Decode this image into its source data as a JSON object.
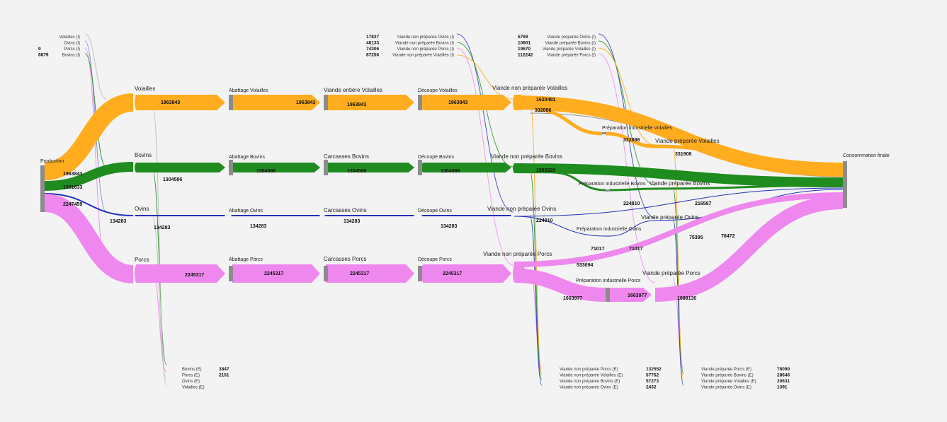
{
  "colors": {
    "volailles": "#ffad1f",
    "bovins": "#1f8c1f",
    "ovins": "#2231b8",
    "porcs": "#ee88ee",
    "node": "#8c8c8c",
    "grey_link": "#999999"
  },
  "chart_data": {
    "type": "sankey",
    "nodes": {
      "production": "Production",
      "consommation": "Consommation finale",
      "volailles": "Volailles",
      "bovins": "Bovins",
      "ovins": "Ovins",
      "porcs": "Porcs",
      "abattage_volailles": "Abattage Volailles",
      "abattage_bovins": "Abattage Bovins",
      "abattage_ovins": "Abattage Ovins",
      "abattage_porcs": "Abattage Porcs",
      "viande_entiere_volailles": "Viande entière Volailles",
      "carcasses_bovins": "Carcasses Bovins",
      "carcasses_ovins": "Carcasses Ovins",
      "carcasses_porcs": "Carcasses Porcs",
      "decoupe_volailles": "Découpe Volailles",
      "decoupe_bovins": "Découpe Bovins",
      "decoupe_ovins": "Découpe Ovins",
      "decoupe_porcs": "Découpe Porcs",
      "vnp_volailles": "Viande non préparée Volailles",
      "vnp_bovins": "Viande non préparée Bovins",
      "vnp_ovins": "Viande non préparée Ovins",
      "vnp_porcs": "Viande non préparée Porcs",
      "pi_volailles": "Préparation industrielle Volailles",
      "pi_bovins": "Préparation industrielle Bovins",
      "pi_ovins": "Préparation industrielle Ovins",
      "pi_porcs": "Préparation industrielle Porcs",
      "vp_volailles": "Viande préparée Volailles",
      "vp_bovins": "Viande préparée Bovins",
      "vp_ovins": "Viande préparée Ovins",
      "vp_porcs": "Viande préparée Porcs"
    },
    "flows": {
      "prod_volailles": "1963843",
      "prod_bovins": "1301633",
      "prod_porcs": "2247459",
      "bovins_out": "1304586",
      "ovins_in": "134283",
      "ovins_out": "134283",
      "porcs_out": "2245317",
      "volailles_chain": "1963843",
      "bovins_chain": "1304586",
      "ovins_chain": "134283",
      "porcs_chain": "2245317",
      "vnp_volailles_cons": "1620481",
      "vnp_volailles_pi": "332886",
      "pi_volailles_vp": "332886",
      "vp_volailles_cons": "331906",
      "vnp_bovins_cons": "1065820",
      "pi_bovins_vp": "224810",
      "vp_bovins_cons": "216587",
      "vnp_ovins_pi": "224810",
      "pi_ovins_a": "71017",
      "pi_ovins_b": "71017",
      "vp_ovins_a": "75395",
      "vp_ovins_b": "78472",
      "vnp_porcs_cons": "533094",
      "vnp_porcs_pi": "1663977",
      "pi_porcs_vp": "1663977",
      "vp_porcs_cons": "1688130"
    },
    "imports_left": [
      {
        "label": "Volailles (I)",
        "value": ""
      },
      {
        "label": "Ovins (I)",
        "value": ""
      },
      {
        "label": "Porcs (I)",
        "value": "9"
      },
      {
        "label": "Bovins (I)",
        "value": "6879"
      }
    ],
    "imports_vnp": [
      {
        "label": "Viande non préparée Ovins (I)",
        "value": "17837"
      },
      {
        "label": "Viande non préparée Bovins (I)",
        "value": "48133"
      },
      {
        "label": "Viande non préparée Porcs (I)",
        "value": "74306"
      },
      {
        "label": "Viande non préparée Volailles (I)",
        "value": "87256"
      }
    ],
    "imports_vp": [
      {
        "label": "Viande préparée Ovins (I)",
        "value": "5769"
      },
      {
        "label": "Viande préparée Bovins (I)",
        "value": "10801"
      },
      {
        "label": "Viande préparée Volailles (I)",
        "value": "19670"
      },
      {
        "label": "Viande préparée Porcs (I)",
        "value": "112242"
      }
    ],
    "exports_left": [
      {
        "label": "Bovins (E)",
        "value": "3847"
      },
      {
        "label": "Porcs (E)",
        "value": "2151"
      },
      {
        "label": "Ovins (E)",
        "value": ""
      },
      {
        "label": "Volailles (E)",
        "value": ""
      }
    ],
    "exports_vnp": [
      {
        "label": "Viande non préparée Porcs (E)",
        "value": "132552"
      },
      {
        "label": "Viande non préparée Volailles (E)",
        "value": "57752"
      },
      {
        "label": "Viande non préparée Bovins (E)",
        "value": "57273"
      },
      {
        "label": "Viande non préparée Ovins (E)",
        "value": "2432"
      }
    ],
    "exports_vp": [
      {
        "label": "Viande préparée Porcs (E)",
        "value": "78090"
      },
      {
        "label": "Viande préparée Bovins (E)",
        "value": "28646"
      },
      {
        "label": "Viande préparée Volailles (E)",
        "value": "20631"
      },
      {
        "label": "Viande préparée Ovins (E)",
        "value": "1391"
      }
    ]
  }
}
